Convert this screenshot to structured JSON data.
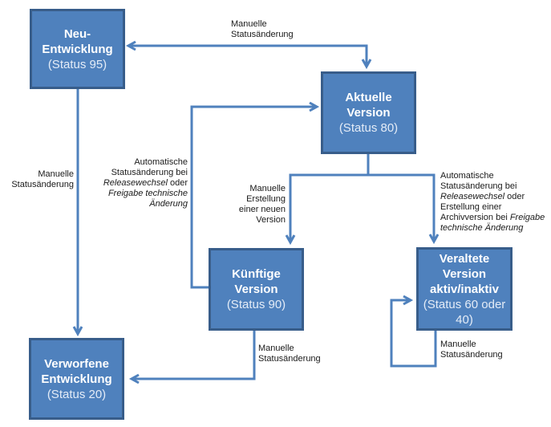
{
  "diagram": {
    "language": "de",
    "type": "state-transition"
  },
  "colors": {
    "node_fill": "#4f81bd",
    "node_border": "#385d8a",
    "connector": "#4f81bd",
    "node_text": "#ffffff",
    "node_status_text": "#e4ecf7",
    "label_text": "#1a1a1a",
    "background": "#ffffff"
  },
  "nodes": [
    {
      "id": "neu-entwicklung",
      "name": "Neu-\nEntwicklung",
      "status": "(Status 95)"
    },
    {
      "id": "aktuelle-version",
      "name": "Aktuelle\nVersion",
      "status": "(Status 80)"
    },
    {
      "id": "kuenftige-version",
      "name": "Künftige\nVersion",
      "status": "(Status 90)"
    },
    {
      "id": "veraltete-version",
      "name": "Veraltete\nVersion\naktiv/inaktiv",
      "status": "(Status 60 oder\n40)"
    },
    {
      "id": "verworfene-entwicklung",
      "name": "Verworfene\nEntwicklung",
      "status": "(Status 20)"
    }
  ],
  "labels": {
    "manual_top": "Manuelle\nStatusänderung",
    "manual_left": "Manuelle\nStatusänderung",
    "auto_left": {
      "p1": "Automatische\nStatusänderung bei\n",
      "i1": "Releasewechsel",
      "p2": " oder\n",
      "i2": "Freigabe technische\nÄnderung"
    },
    "manual_new_version": "Manuelle\nErstellung\neiner neuen\nVersion",
    "auto_right": {
      "p1": "Automatische\nStatusänderung bei\n",
      "i1": "Releasewechsel",
      "p2": " oder\nErstellung einer\nArchivversion bei ",
      "i2": "Freigabe\ntechnische Änderung"
    },
    "manual_kuenftig": "Manuelle\nStatusänderung",
    "manual_veraltet": "Manuelle\nStatusänderung"
  }
}
